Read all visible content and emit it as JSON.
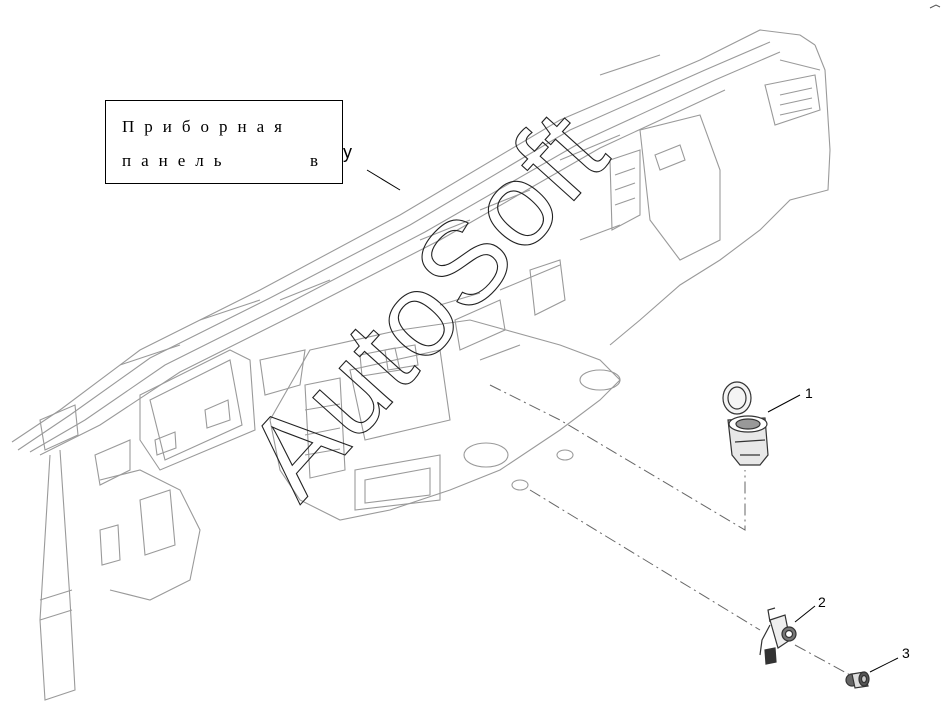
{
  "label": {
    "line1": "Приборная",
    "line2": "панель",
    "line2_end": "в",
    "tail": "у"
  },
  "callouts": {
    "item1": "1",
    "item2": "2",
    "item3": "3"
  },
  "watermark": {
    "text": "AutoSoft"
  },
  "colors": {
    "line": "#9a9a9a",
    "ink": "#000000",
    "background": "#ffffff"
  }
}
